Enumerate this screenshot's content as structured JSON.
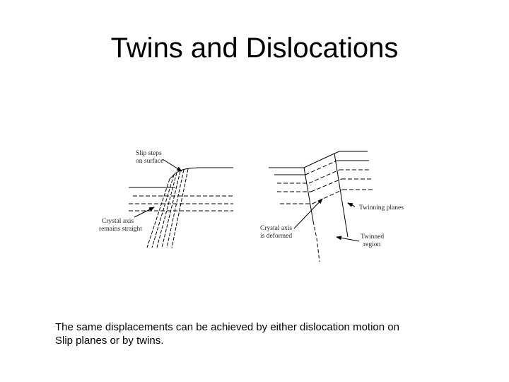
{
  "slide": {
    "title": "Twins and Dislocations",
    "caption_line1": "The same displacements can be achieved by either dislocation motion on",
    "caption_line2": "Slip planes or by twins."
  },
  "figure": {
    "slip_panel": {
      "slip_steps_label": [
        "Slip steps",
        "on surface"
      ],
      "crystal_axis_label": [
        "Crystal axis",
        "remains straight"
      ]
    },
    "twin_panel": {
      "twinning_planes_label": "Twinning planes",
      "crystal_axis_label": [
        "Crystal axis",
        "is deformed"
      ],
      "twinned_region_label": [
        "Twinned",
        "region"
      ]
    }
  }
}
